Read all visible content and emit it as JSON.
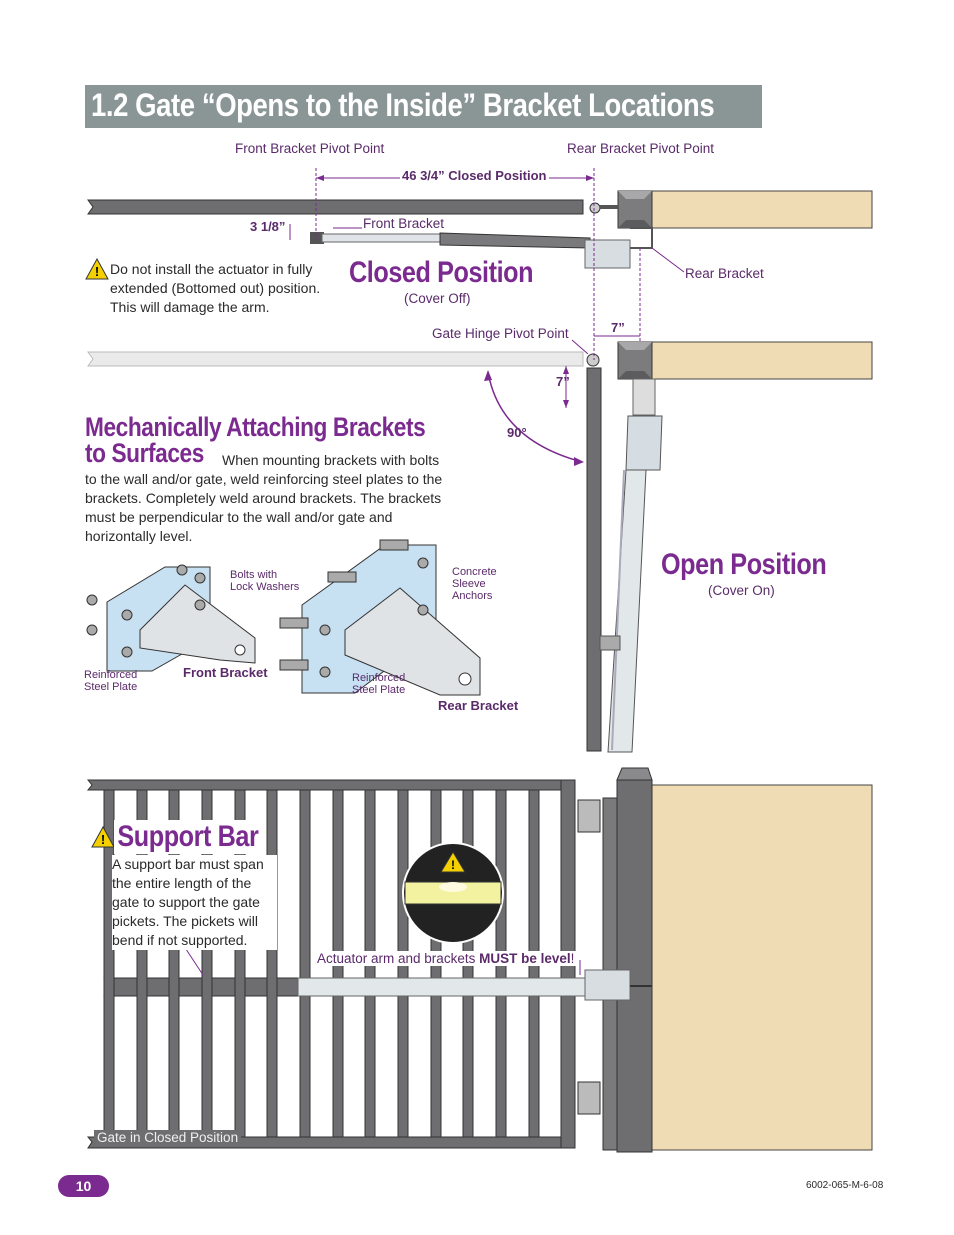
{
  "title": "1.2 Gate “Opens to the Inside” Bracket Locations",
  "labels": {
    "front_pivot": "Front Bracket Pivot Point",
    "rear_pivot": "Rear Bracket Pivot Point",
    "closed_dim": "46 3/4” Closed Position",
    "front_bracket": "Front Bracket",
    "rear_bracket": "Rear Bracket",
    "offset_dim": "3 1/8”",
    "closed_position": "Closed Position",
    "cover_off": "(Cover Off)",
    "gate_hinge_pivot": "Gate Hinge Pivot Point",
    "dim_7a": "7”",
    "dim_7b": "7”",
    "angle": "90°",
    "open_position": "Open Position",
    "cover_on": "(Cover On)"
  },
  "warning_install": "Do not install the actuator in fully extended (Bottomed out) position. This will damage the arm.",
  "mounting": {
    "heading_line1": "Mechanically Attaching Brackets",
    "heading_line2": "to Surfaces",
    "body": "When mounting brackets with bolts to the wall and/or gate, weld reinforcing steel plates to the brackets. Completely weld around brackets. The brackets must be perpendicular to the wall and/or gate and horizontally level.",
    "bolts_label": "Bolts with\nLock Washers",
    "anchors_label": "Concrete\nSleeve\nAnchors",
    "plate_label_front": "Reinforced\nSteel Plate",
    "plate_label_rear": "Reinforced\nSteel Plate",
    "front_bracket": "Front Bracket",
    "rear_bracket": "Rear Bracket"
  },
  "support_bar": {
    "heading": "Support Bar",
    "body": "A support bar must span the entire length of the gate to support the gate pickets. The pickets will bend if not supported.",
    "level_note_prefix": "Actuator arm and brackets ",
    "level_note_bold": "MUST be level",
    "level_note_suffix": "!",
    "gate_caption": "Gate in Closed Position"
  },
  "footer": {
    "page_number": "10",
    "doc_number": "6002-065-M-6-08"
  },
  "colors": {
    "accent": "#7b2a8f",
    "title_bg": "#8a9596",
    "wall": "#f0dcb4",
    "gate": "#6e6e70",
    "actuator": "#d6dde2"
  }
}
